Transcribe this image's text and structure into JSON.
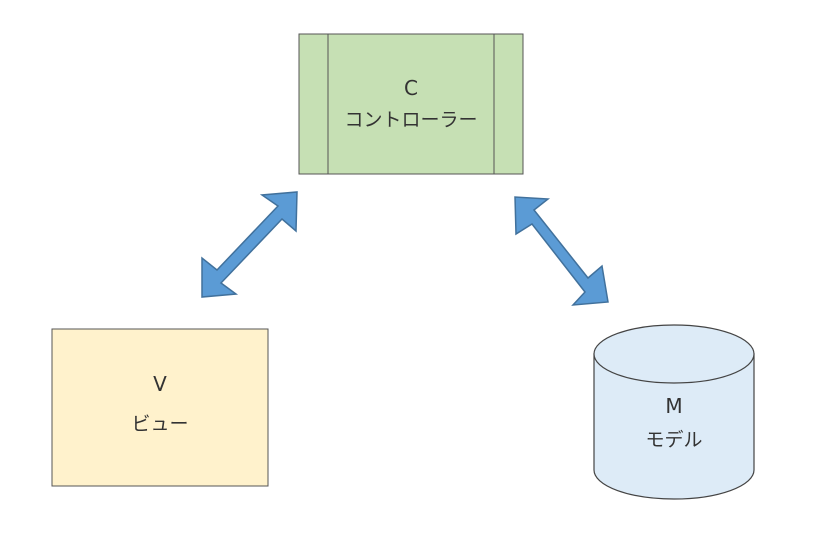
{
  "controller": {
    "letter": "C",
    "label": "コントローラー"
  },
  "view": {
    "letter": "V",
    "label": "ビュー"
  },
  "model": {
    "letter": "M",
    "label": "モデル"
  },
  "colors": {
    "controller_fill": "#c6e0b4",
    "controller_stroke": "#555555",
    "view_fill": "#fff2cc",
    "view_stroke": "#555555",
    "model_fill": "#ddebf7",
    "model_stroke": "#444444",
    "arrow_fill": "#5b9bd5",
    "arrow_stroke": "#41719c"
  }
}
